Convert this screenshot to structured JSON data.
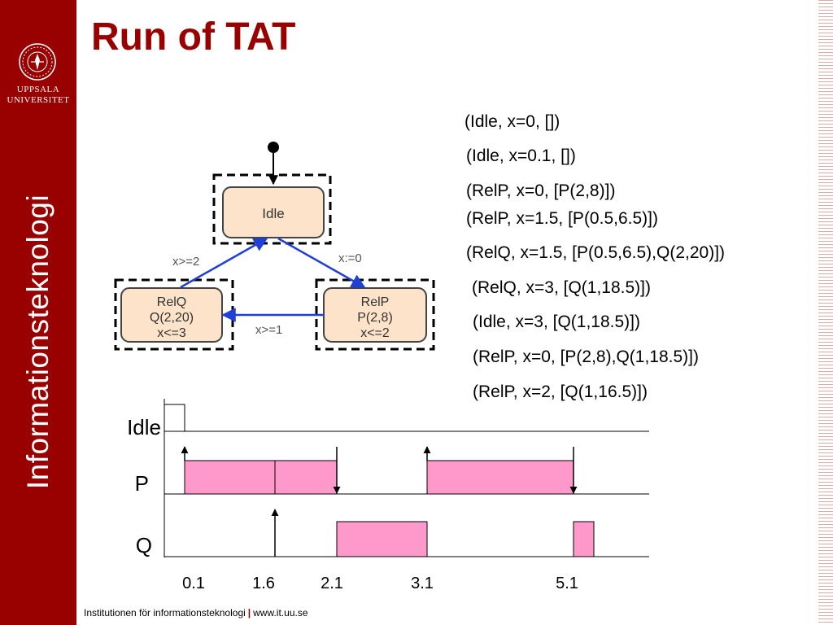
{
  "sidebar": {
    "university_lines": [
      "UPPSALA",
      "UNIVERSITET"
    ],
    "department": "Informationsteknologi"
  },
  "title": "Run of TAT",
  "automaton": {
    "locations": [
      {
        "id": "idle",
        "lines": [
          "Idle"
        ]
      },
      {
        "id": "relq",
        "lines": [
          "RelQ",
          "Q(2,20)",
          "x<=3"
        ]
      },
      {
        "id": "relp",
        "lines": [
          "RelP",
          "P(2,8)",
          "x<=2"
        ]
      }
    ],
    "edges": [
      {
        "from": "idle",
        "to": "relp",
        "label": "x:=0"
      },
      {
        "from": "relq",
        "to": "idle",
        "label": "x>=2"
      },
      {
        "from": "relp",
        "to": "relq",
        "label": "x>=1"
      }
    ]
  },
  "trace": [
    "(Idle, x=0, [])",
    "(Idle, x=0.1, [])",
    "(RelP, x=0, [P(2,8)])",
    "(RelP, x=1.5, [P(0.5,6.5)])",
    "(RelQ, x=1.5, [P(0.5,6.5),Q(2,20)])",
    "(RelQ, x=3, [Q(1,18.5)])",
    "(Idle, x=3, [Q(1,18.5)])",
    "(RelP, x=0, [P(2,8),Q(1,18.5)])",
    "(RelP, x=2, [Q(1,16.5)])"
  ],
  "timeline": {
    "rows": [
      "Idle",
      "P",
      "Q"
    ],
    "ticks": [
      "0.1",
      "1.6",
      "2.1",
      "3.1",
      "5.1"
    ],
    "colors": {
      "block": "#ff99cc",
      "release": "#000000"
    }
  },
  "footer": {
    "department": "Institutionen för informationsteknologi",
    "separator": "|",
    "url": "www.it.uu.se"
  },
  "colors": {
    "brand": "#990000",
    "location_fill": "#fde3c9",
    "edge": "#1f3fd6"
  }
}
